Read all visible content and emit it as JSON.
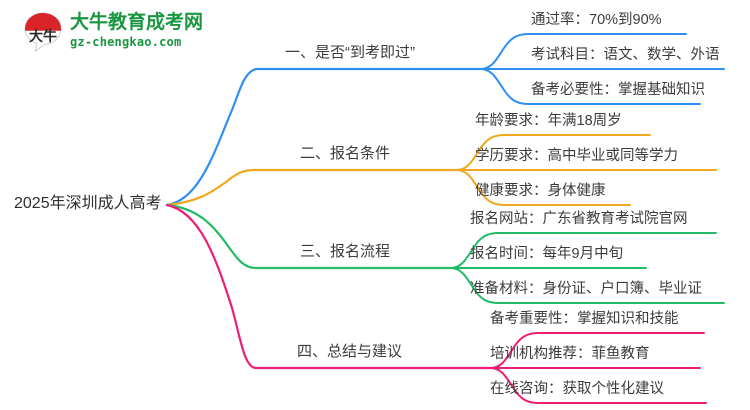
{
  "logo": {
    "mark_text": "大牛",
    "name": "大牛教育成考网",
    "domain": "gz-chengkao.com",
    "brand_color": "#1a9641",
    "mark_color": "#d9252a"
  },
  "mindmap": {
    "root": {
      "label": "2025年深圳成人高考"
    },
    "branches": [
      {
        "label": "一、是否“到考即过”",
        "color": "#2f8ef4",
        "leaves": [
          {
            "label": "通过率：70%到90%"
          },
          {
            "label": "考试科目：语文、数学、外语"
          },
          {
            "label": "备考必要性：掌握基础知识"
          }
        ]
      },
      {
        "label": "二、报名条件",
        "color": "#f0a81e",
        "leaves": [
          {
            "label": "年龄要求：年满18周岁"
          },
          {
            "label": "学历要求：高中毕业或同等学力"
          },
          {
            "label": "健康要求：身体健康"
          }
        ]
      },
      {
        "label": "三、报名流程",
        "color": "#22bb66",
        "leaves": [
          {
            "label": "报名网站：广东省教育考试院官网"
          },
          {
            "label": "报名时间：每年9月中旬"
          },
          {
            "label": "准备材料：身份证、户口簿、毕业证"
          }
        ]
      },
      {
        "label": "四、总结与建议",
        "color": "#ee1d76",
        "leaves": [
          {
            "label": "备考重要性：掌握知识和技能"
          },
          {
            "label": "培训机构推荐：菲鱼教育"
          },
          {
            "label": "在线咨询：获取个性化建议"
          }
        ]
      }
    ]
  }
}
